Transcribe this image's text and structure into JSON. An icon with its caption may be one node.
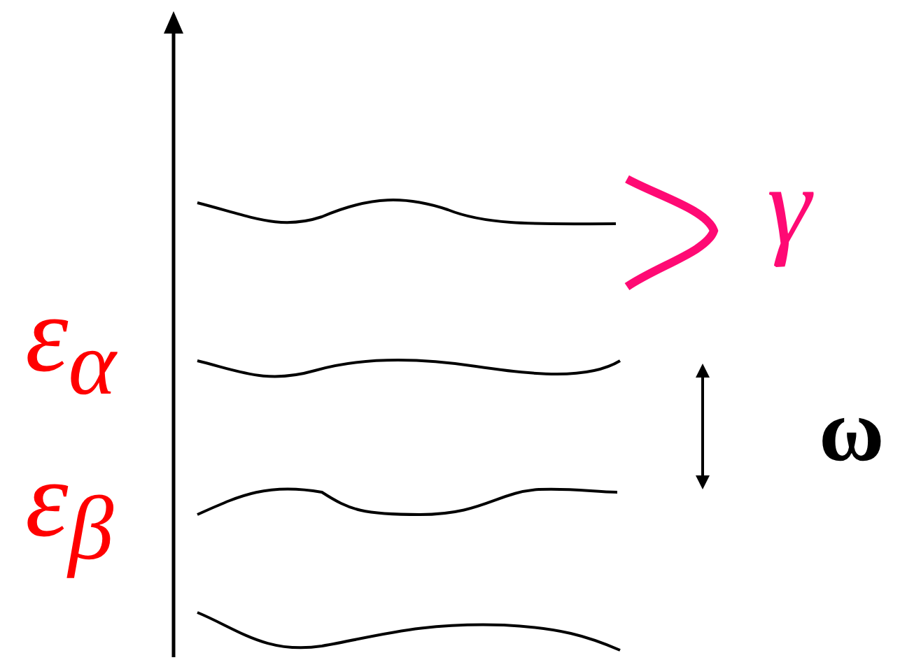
{
  "diagram": {
    "labels": [
      "ε$_{α}$",
      "ε$_{β}$",
      "γ",
      "ω"
    ]
  }
}
